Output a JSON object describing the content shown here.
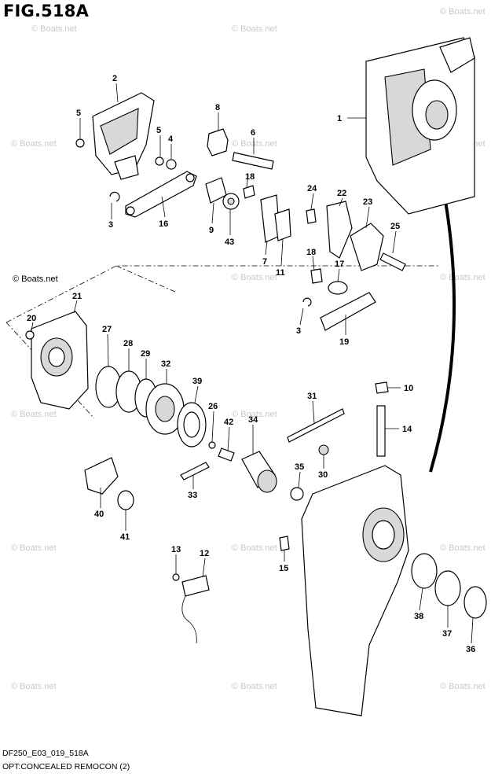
{
  "figure": {
    "title": "FIG.518A",
    "code": "DF250_E03_019_518A",
    "caption": "OPT:CONCEALED REMOCON (2)"
  },
  "watermark": {
    "text": "© Boats.net",
    "color": "#c9c9c9"
  },
  "callouts": [
    "1",
    "2",
    "3",
    "3",
    "4",
    "5",
    "5",
    "6",
    "7",
    "8",
    "9",
    "10",
    "11",
    "12",
    "13",
    "14",
    "15",
    "16",
    "17",
    "18",
    "18",
    "19",
    "20",
    "21",
    "22",
    "23",
    "24",
    "25",
    "26",
    "27",
    "28",
    "29",
    "30",
    "31",
    "32",
    "33",
    "34",
    "35",
    "36",
    "37",
    "38",
    "39",
    "40",
    "41",
    "42",
    "43"
  ]
}
